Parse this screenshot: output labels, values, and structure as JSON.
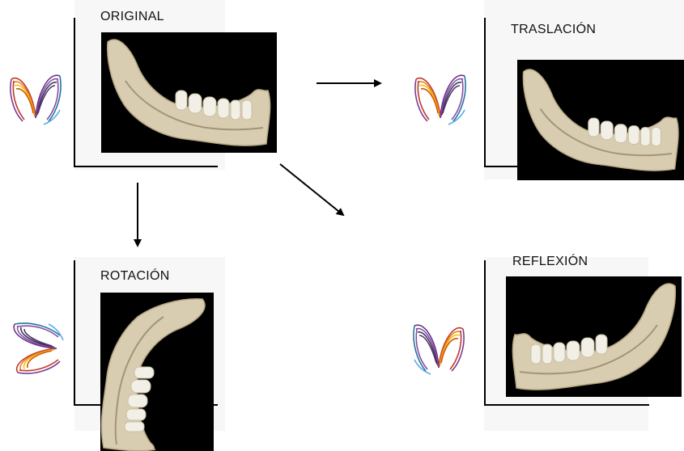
{
  "panels": {
    "original": {
      "label": "ORIGINAL"
    },
    "traslacion": {
      "label": "TRASLACIÓN"
    },
    "rotacion": {
      "label": "ROTACIÓN"
    },
    "reflexion": {
      "label": "REFLEXIÓN"
    }
  },
  "icons": {
    "logo": "butterfly-attractor-logo",
    "photo": "jawbone-photo",
    "arrow": "arrow"
  },
  "colors": {
    "axis": "#000000",
    "photo_bg": "#000000",
    "bone": "#d8cdb0",
    "tooth": "#f2efe6"
  }
}
